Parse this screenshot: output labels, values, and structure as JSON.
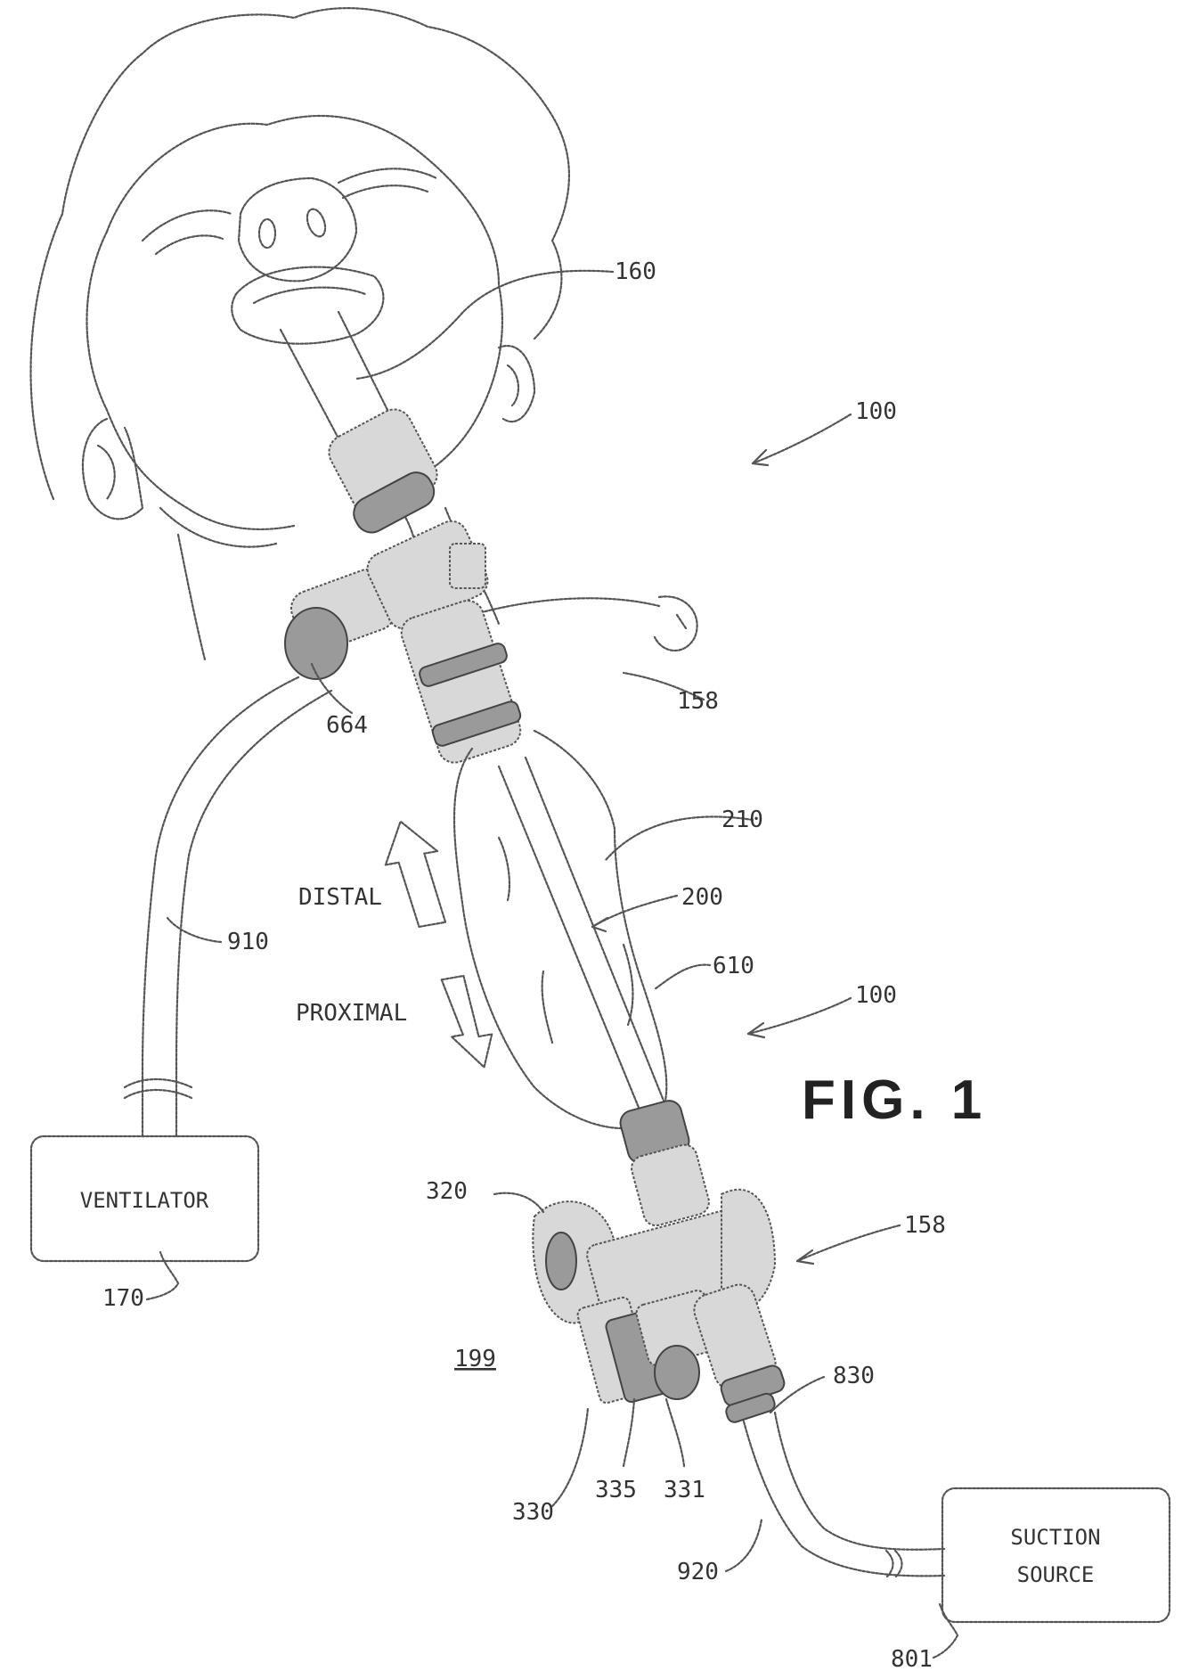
{
  "figure": {
    "title": "FIG. 1",
    "reference_numerals": {
      "r160": "160",
      "r100a": "100",
      "r158a": "158",
      "r664": "664",
      "r210": "210",
      "r200": "200",
      "r910": "910",
      "r610": "610",
      "r100b": "100",
      "r320": "320",
      "r158b": "158",
      "r170": "170",
      "r199": "199",
      "r830": "830",
      "r330": "330",
      "r335": "335",
      "r331": "331",
      "r920": "920",
      "r801": "801"
    },
    "direction_labels": {
      "distal": "DISTAL",
      "proximal": "PROXIMAL"
    },
    "boxes": {
      "ventilator": "VENTILATOR",
      "suction_line1": "SUCTION",
      "suction_line2": "SOURCE"
    }
  }
}
